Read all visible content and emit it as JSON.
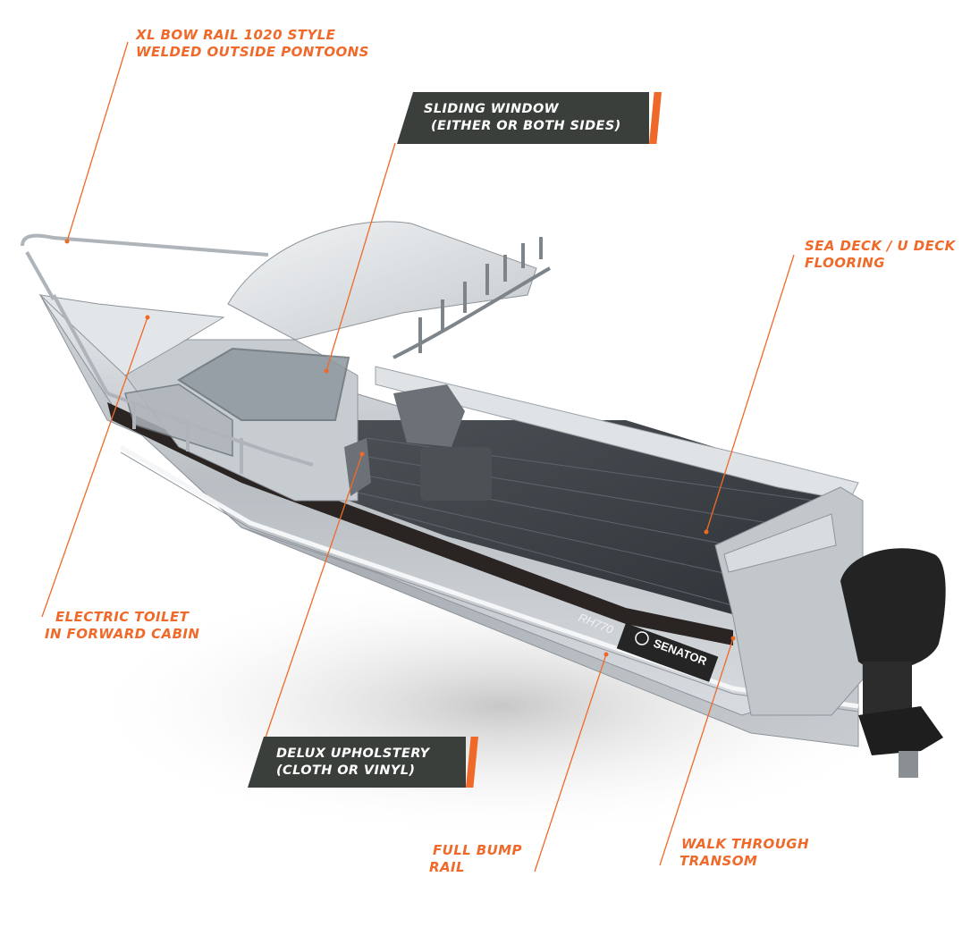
{
  "callouts": {
    "bow_rail": {
      "line1": "XL BOW RAIL 1020 STYLE",
      "line2": "WELDED OUTSIDE PONTOONS"
    },
    "sliding_window": {
      "line1": "SLIDING WINDOW",
      "line2": "(EITHER OR BOTH SIDES)"
    },
    "sea_deck": {
      "line1": "SEA DECK / U DECK",
      "line2": "FLOORING"
    },
    "electric_toilet": {
      "line1": "ELECTRIC TOILET",
      "line2": "IN FORWARD CABIN"
    },
    "upholstery": {
      "line1": "DELUX UPHOLSTERY",
      "line2": "(CLOTH OR VINYL)"
    },
    "bump_rail": {
      "line1": "FULL BUMP",
      "line2": "RAIL"
    },
    "transom": {
      "line1": "WALK THROUGH",
      "line2": "TRANSOM"
    }
  },
  "boat": {
    "model": "RH770",
    "brand": "SENATOR"
  },
  "colors": {
    "accent": "#ef6a2a",
    "box": "#3a3f3b"
  }
}
